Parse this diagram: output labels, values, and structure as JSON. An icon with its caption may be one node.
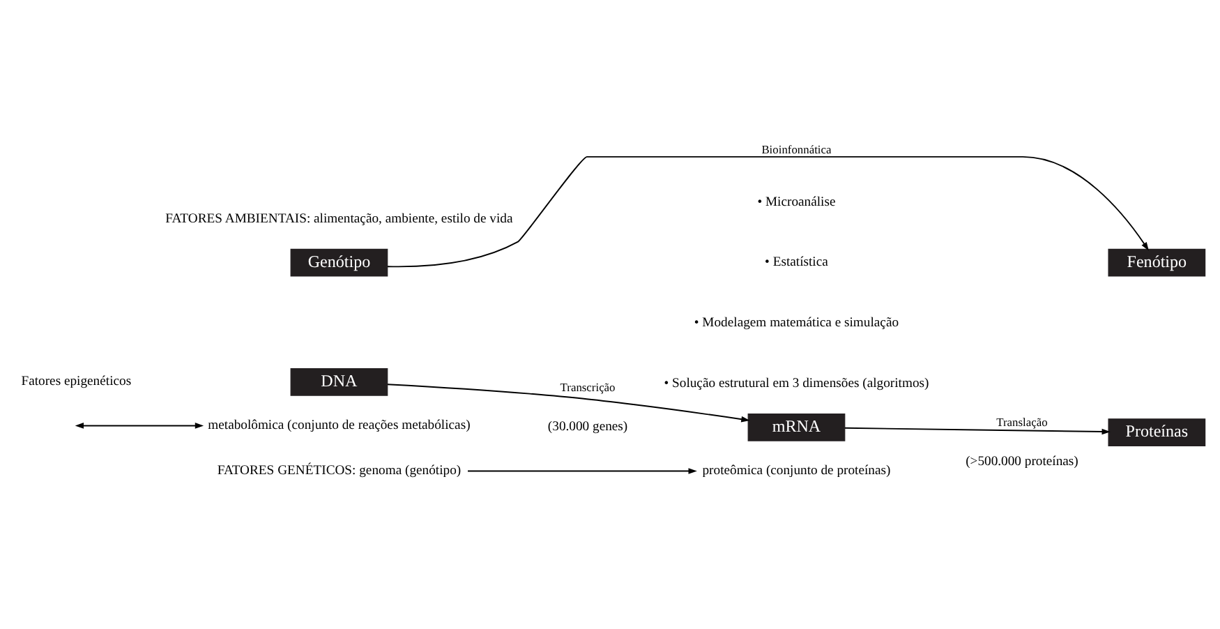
{
  "diagram": {
    "nodes": [
      {
        "text": [
          "FATORES GENÉTICOS: genoma (genótipo)"
        ]
      },
      {
        "text": [
          "proteômica (conjunto de proteínas)"
        ]
      },
      {
        "text": [
          "metabolômica (conjunto de reações metabólicas)"
        ]
      },
      {
        "text": [
          "DNA"
        ]
      },
      {
        "text": [
          "mRNA"
        ]
      },
      {
        "text": [
          "Proteínas"
        ]
      },
      {
        "text": [
          "Genótipo"
        ]
      },
      {
        "text": [
          "Fenótipo"
        ]
      }
    ],
    "edges": [
      {
        "from": 0,
        "to": 1,
        "arrow": "to"
      },
      {
        "from": null,
        "to": 2,
        "arrow": "both"
      },
      {
        "from": 3,
        "to": 4,
        "arrow": "to",
        "label": "Transcrição"
      },
      {
        "from": 4,
        "to": 5,
        "arrow": "to",
        "label": "Translação"
      },
      {
        "from": 6,
        "to": 7,
        "arrow": "to",
        "label": "Bioinfonnática"
      }
    ],
    "labels": [
      "Fatores epigenéticos",
      "(30.000 genes)",
      "(>500.000 proteínas)",
      "FATORES AMBIENTAIS: alimentação, ambiente, estilo de vida",
      "• Microanálise",
      "• Estatística",
      "• Modelagem matemática e simulação",
      "• Solução estrutural em 3 dimensões (algoritmos)"
    ]
  }
}
